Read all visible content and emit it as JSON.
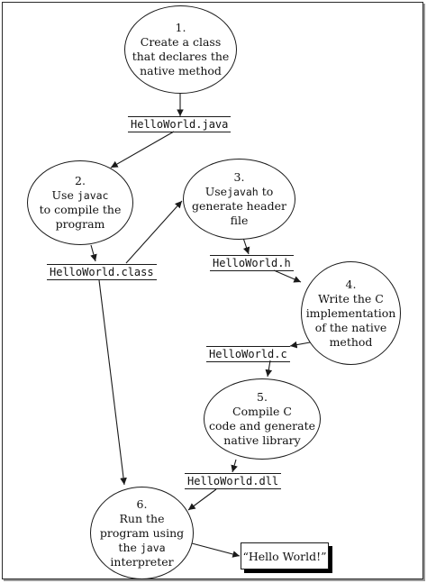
{
  "steps": [
    {
      "number": "1.",
      "lines": [
        "Create a class",
        "that declares the",
        "native method"
      ]
    },
    {
      "number": "2.",
      "lines": [
        [
          "Use ",
          "javac"
        ],
        "to compile the",
        "program"
      ]
    },
    {
      "number": "3.",
      "lines": [
        [
          "Use",
          "javah",
          " to"
        ],
        "generate header",
        "file"
      ]
    },
    {
      "number": "4.",
      "lines": [
        "Write the C",
        "implementation",
        "of the native",
        "method"
      ]
    },
    {
      "number": "5.",
      "lines": [
        "Compile C",
        "code and generate",
        "native library"
      ]
    },
    {
      "number": "6.",
      "lines": [
        "Run the",
        "program using",
        [
          "the ",
          "java"
        ],
        "interpreter"
      ]
    }
  ],
  "files": {
    "java": "HelloWorld.java",
    "class": "HelloWorld.class",
    "h": "HelloWorld.h",
    "c": "HelloWorld.c",
    "dll": "HelloWorld.dll"
  },
  "output": "“Hello World!”",
  "colors": {
    "line": "#1a1a1a",
    "text": "#111111",
    "background": "#ffffff"
  }
}
